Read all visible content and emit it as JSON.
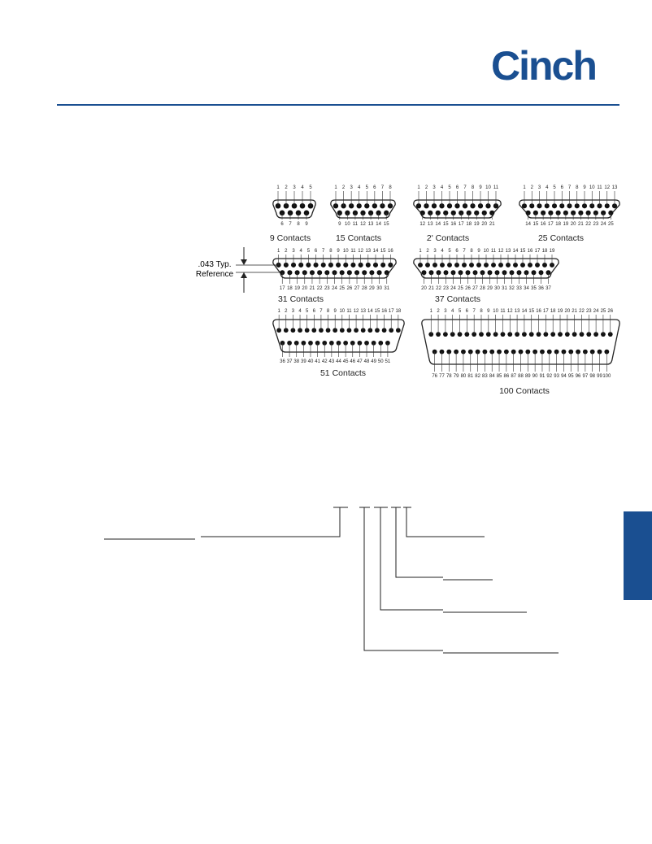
{
  "brand": {
    "logo_text": "Cinch",
    "color": "#1a4f91"
  },
  "connectors": [
    {
      "caption": "9 Contacts",
      "top": [
        "1",
        "2",
        "3",
        "4",
        "5"
      ],
      "bottom": [
        "6",
        "7",
        "8",
        "9"
      ]
    },
    {
      "caption": "15 Contacts",
      "top": [
        "1",
        "2",
        "3",
        "4",
        "5",
        "6",
        "7",
        "8"
      ],
      "bottom": [
        "9",
        "10",
        "11",
        "12",
        "13",
        "14",
        "15"
      ]
    },
    {
      "caption": "2' Contacts",
      "top": [
        "1",
        "2",
        "3",
        "4",
        "5",
        "6",
        "7",
        "8",
        "9",
        "10",
        "11"
      ],
      "bottom": [
        "12",
        "13",
        "14",
        "15",
        "16",
        "17",
        "18",
        "19",
        "20",
        "21"
      ]
    },
    {
      "caption": "25 Contacts",
      "top": [
        "1",
        "2",
        "3",
        "4",
        "5",
        "6",
        "7",
        "8",
        "9",
        "10",
        "11",
        "12",
        "13"
      ],
      "bottom": [
        "14",
        "15",
        "16",
        "17",
        "18",
        "19",
        "20",
        "21",
        "22",
        "23",
        "24",
        "25"
      ]
    },
    {
      "caption": "31 Contacts",
      "top": [
        "1",
        "2",
        "3",
        "4",
        "5",
        "6",
        "7",
        "8",
        "9",
        "10",
        "11",
        "12",
        "13",
        "14",
        "15",
        "16"
      ],
      "bottom": [
        "17",
        "18",
        "19",
        "20",
        "21",
        "22",
        "23",
        "24",
        "25",
        "26",
        "27",
        "28",
        "29",
        "30",
        "31"
      ]
    },
    {
      "caption": "37 Contacts",
      "top": [
        "1",
        "2",
        "3",
        "4",
        "5",
        "6",
        "7",
        "8",
        "9",
        "10",
        "11",
        "12",
        "13",
        "14",
        "15",
        "16",
        "17",
        "18",
        "19"
      ],
      "bottom": [
        "20",
        "21",
        "22",
        "23",
        "24",
        "25",
        "26",
        "27",
        "28",
        "29",
        "30",
        "31",
        "32",
        "33",
        "34",
        "35",
        "36",
        "37"
      ]
    },
    {
      "caption": "51 Contacts",
      "top": [
        "1",
        "2",
        "3",
        "4",
        "5",
        "6",
        "7",
        "8",
        "9",
        "10",
        "11",
        "12",
        "13",
        "14",
        "15",
        "16",
        "17",
        "18"
      ],
      "bottom": [
        "36",
        "37",
        "38",
        "39",
        "40",
        "41",
        "42",
        "43",
        "44",
        "45",
        "46",
        "47",
        "48",
        "49",
        "50",
        "51"
      ]
    },
    {
      "caption": "100 Contacts",
      "top": [
        "1",
        "2",
        "3",
        "4",
        "5",
        "6",
        "7",
        "8",
        "9",
        "10",
        "11",
        "12",
        "13",
        "14",
        "15",
        "16",
        "17",
        "18",
        "19",
        "20",
        "21",
        "22",
        "23",
        "24",
        "25",
        "26"
      ],
      "bottom": [
        "76",
        "77",
        "78",
        "79",
        "80",
        "81",
        "82",
        "83",
        "84",
        "85",
        "86",
        "87",
        "88",
        "89",
        "90",
        "91",
        "92",
        "93",
        "94",
        "95",
        "96",
        "97",
        "98",
        "99",
        "100"
      ]
    }
  ],
  "dimension": {
    "line1": ".043 Typ.",
    "line2": "Reference"
  }
}
